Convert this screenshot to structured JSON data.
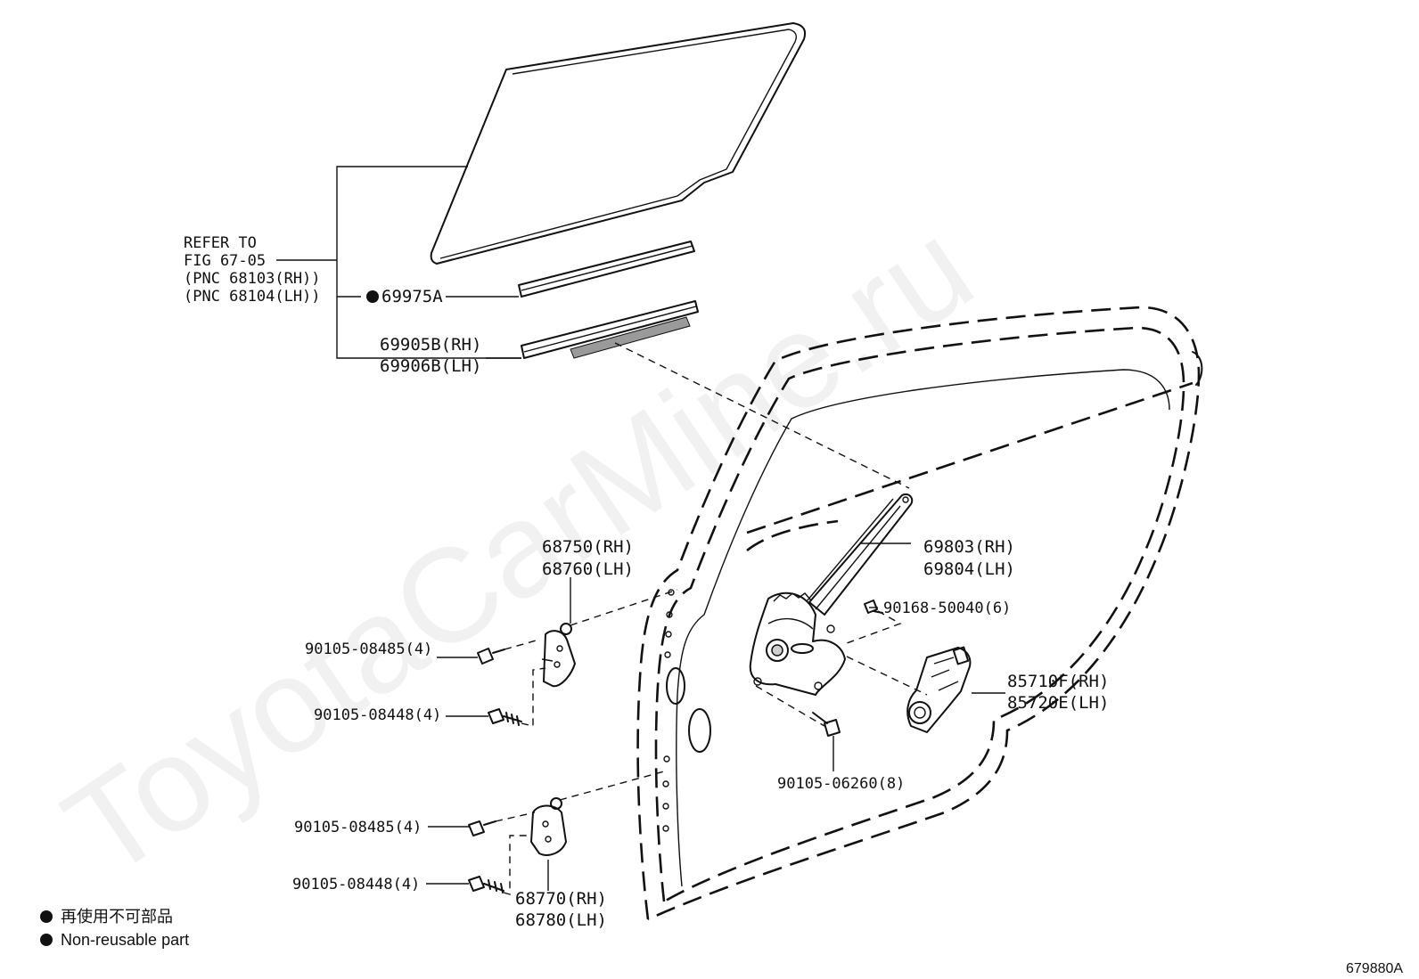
{
  "labels": {
    "refer_line1": "REFER TO",
    "refer_line2": "FIG 67-05",
    "refer_line3": "(PNC 68103(RH))",
    "refer_line4": "(PNC 68104(LH))",
    "p69975A": "69975A",
    "p69905B": "69905B(RH)",
    "p69906B": "69906B(LH)",
    "p68750": "68750(RH)",
    "p68760": "68760(LH)",
    "p69803": "69803(RH)",
    "p69804": "69804(LH)",
    "p90168": "90168-50040(6)",
    "p90105_08485_a": "90105-08485(4)",
    "p90105_08448_a": "90105-08448(4)",
    "p85710F": "85710F(RH)",
    "p85720E": "85720E(LH)",
    "p90105_06260": "90105-06260(8)",
    "p90105_08485_b": "90105-08485(4)",
    "p90105_08448_b": "90105-08448(4)",
    "p68770": "68770(RH)",
    "p68780": "68780(LH)"
  },
  "legend": {
    "jp": "再使用不可部品",
    "en": "Non-reusable part"
  },
  "figure_code": "679880A",
  "watermark": "ToyotaCarMine.ru"
}
